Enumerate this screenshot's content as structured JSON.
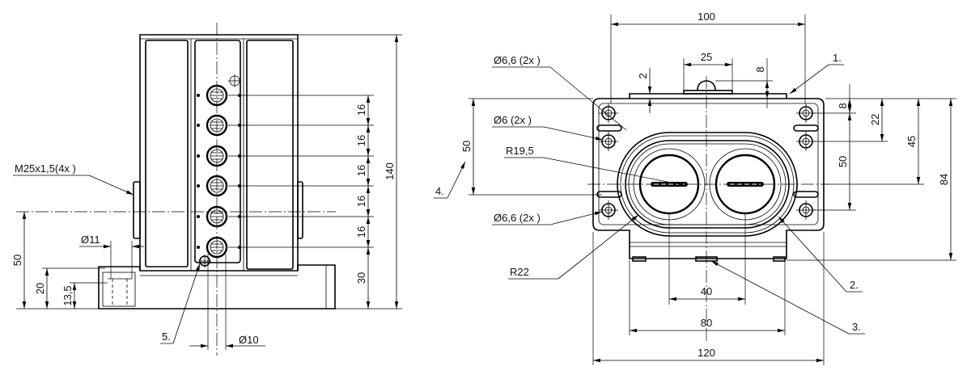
{
  "side_view": {
    "thread_label": "M25x1,5(4x )",
    "dia_11": "Ø11",
    "dim_50": "50",
    "dim_20": "20",
    "dim_13_5": "13,5",
    "item_5": "5.",
    "dia_10": "Ø10",
    "pitch": [
      "16",
      "16",
      "16",
      "16",
      "16"
    ],
    "dim_30": "30",
    "dim_140": "140"
  },
  "top_view": {
    "dim_100": "100",
    "dim_25": "25",
    "dim_8_top": "8",
    "dim_2": "2",
    "item_1": "1.",
    "hole_66_top": "Ø6,6 (2x )",
    "hole_6": "Ø6 (2x )",
    "radius_19_5": "R19,5",
    "dim_50_left": "50",
    "item_4": "4.",
    "hole_66_bottom": "Ø6,6 (2x )",
    "radius_22": "R22",
    "dim_8_right": "8",
    "dim_22": "22",
    "dim_45": "45",
    "dim_50_right": "50",
    "dim_84": "84",
    "item_2": "2.",
    "dim_40": "40",
    "dim_80": "80",
    "item_3": "3.",
    "dim_120": "120"
  }
}
